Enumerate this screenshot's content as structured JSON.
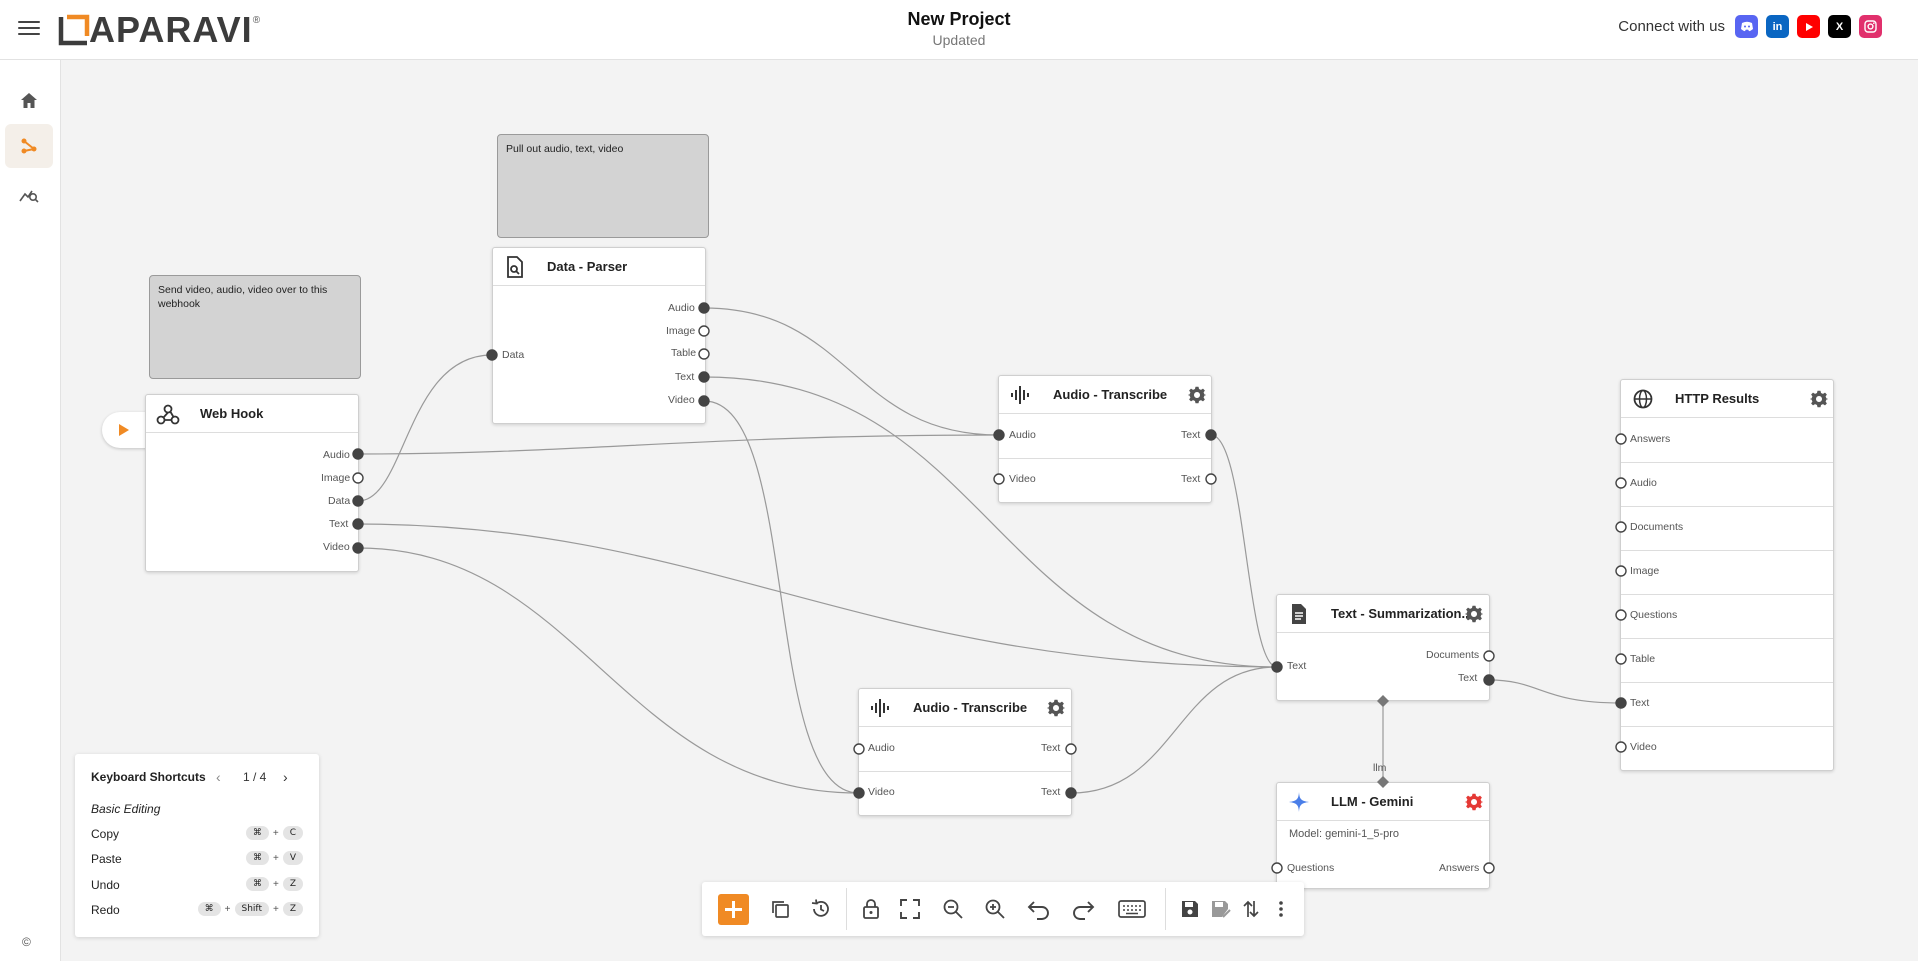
{
  "header": {
    "project_title": "New Project",
    "project_status": "Updated",
    "logo_text": "APARAVI",
    "logo_mark": "®",
    "connect_label": "Connect with us",
    "social": [
      {
        "name": "discord-icon",
        "color": "#5865F2",
        "glyph": "d"
      },
      {
        "name": "linkedin-icon",
        "color": "#0A66C2",
        "glyph": "in"
      },
      {
        "name": "youtube-icon",
        "color": "#FF0000",
        "glyph": "▶"
      },
      {
        "name": "x-icon",
        "color": "#000000",
        "glyph": "X"
      },
      {
        "name": "instagram-icon",
        "color": "#E1306C",
        "glyph": "◎"
      }
    ]
  },
  "rail": {
    "items": [
      {
        "name": "home-icon",
        "active": false
      },
      {
        "name": "pipeline-icon",
        "active": true
      },
      {
        "name": "monitor-icon",
        "active": false
      }
    ],
    "copyright": "©"
  },
  "accent_color": "#f08a24",
  "notes": {
    "webhook_note": "Send video, audio, video over to this webhook",
    "parser_note": "Pull out audio, text, video"
  },
  "nodes": {
    "webhook": {
      "title": "Web Hook",
      "ports": [
        "Audio",
        "Image",
        "Data",
        "Text",
        "Video"
      ]
    },
    "parser": {
      "title": "Data - Parser",
      "input": "Data",
      "ports": [
        "Audio",
        "Image",
        "Table",
        "Text",
        "Video"
      ]
    },
    "transcribe1": {
      "title": "Audio - Transcribe",
      "inputs": [
        "Audio",
        "Video"
      ],
      "outputs": [
        "Text",
        "Text"
      ]
    },
    "transcribe2": {
      "title": "Audio - Transcribe",
      "inputs": [
        "Audio",
        "Video"
      ],
      "outputs": [
        "Text",
        "Text"
      ]
    },
    "summarization": {
      "title": "Text - Summarization...",
      "input": "Text",
      "outputs": [
        "Documents",
        "Text"
      ],
      "llm_label": "llm"
    },
    "gemini": {
      "title": "LLM - Gemini",
      "model": "Model: gemini-1_5-pro",
      "input": "Questions",
      "output": "Answers"
    },
    "http": {
      "title": "HTTP Results",
      "ports": [
        "Answers",
        "Audio",
        "Documents",
        "Image",
        "Questions",
        "Table",
        "Text",
        "Video"
      ]
    }
  },
  "shortcuts": {
    "title": "Keyboard Shortcuts",
    "page": "1 / 4",
    "section": "Basic Editing",
    "rows": [
      {
        "label": "Copy",
        "keys": [
          "⌘",
          "C"
        ]
      },
      {
        "label": "Paste",
        "keys": [
          "⌘",
          "V"
        ]
      },
      {
        "label": "Undo",
        "keys": [
          "⌘",
          "Z"
        ]
      },
      {
        "label": "Redo",
        "keys": [
          "⌘",
          "Shift",
          "Z"
        ]
      }
    ]
  },
  "toolbar": {
    "buttons": [
      "add-node",
      "duplicate",
      "history",
      "lock",
      "fit-view",
      "zoom-out",
      "zoom-in",
      "undo",
      "redo",
      "keyboard",
      "save",
      "save-as",
      "sort",
      "more"
    ]
  }
}
